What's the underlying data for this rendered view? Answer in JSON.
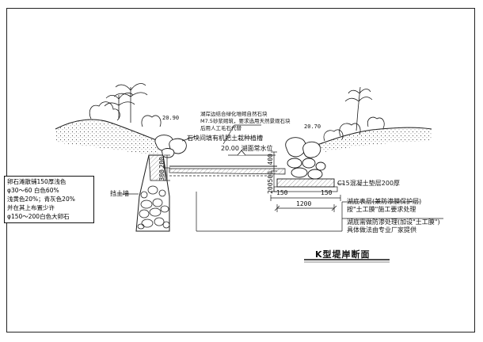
{
  "title": "K型堤岸断面",
  "labels": {
    "lake_edge_note_1": "湖岸边结合绿化堆砌自然石块",
    "lake_edge_note_2": "M7.5砂浆砌筑，要求选用天然景观石块",
    "lake_edge_note_3": "后用人工毛石代替",
    "stone_gap_fill": "石块间填有机肥土栽种植槽",
    "water_level": "20.00 湖面常水位",
    "retaining_wall": "挡土墙",
    "concrete_cushion": "C15混凝土垫层200厚",
    "lakebed_surface_1": "湖底表层(兼防渗膜保护层)",
    "lakebed_surface_2": "按\"土工膜\"施工要求处理",
    "lakebed_seepage_1": "湖底需做防渗处理(加设\"土工膜\")",
    "lakebed_seepage_2": "具体做法由专业厂家提供"
  },
  "elevations": {
    "left_top": "20.90",
    "right_top": "20.70"
  },
  "dimensions": {
    "width_total": "1200",
    "offset_left": "150",
    "offset_right": "150",
    "height_upper": "400",
    "height_lower": "200500",
    "wall_height_1": "200",
    "wall_height_2": "300"
  },
  "legend": {
    "lines": [
      "卵石滩散铺150厚浅色",
      "φ30～60 白色60%",
      "浅黄色20%；青灰色20%",
      "并在其上布置少许",
      "φ150～200白色大卵石"
    ]
  },
  "colors": {
    "line": "#1a1a1a",
    "hatch": "#555555",
    "background": "#ffffff"
  }
}
